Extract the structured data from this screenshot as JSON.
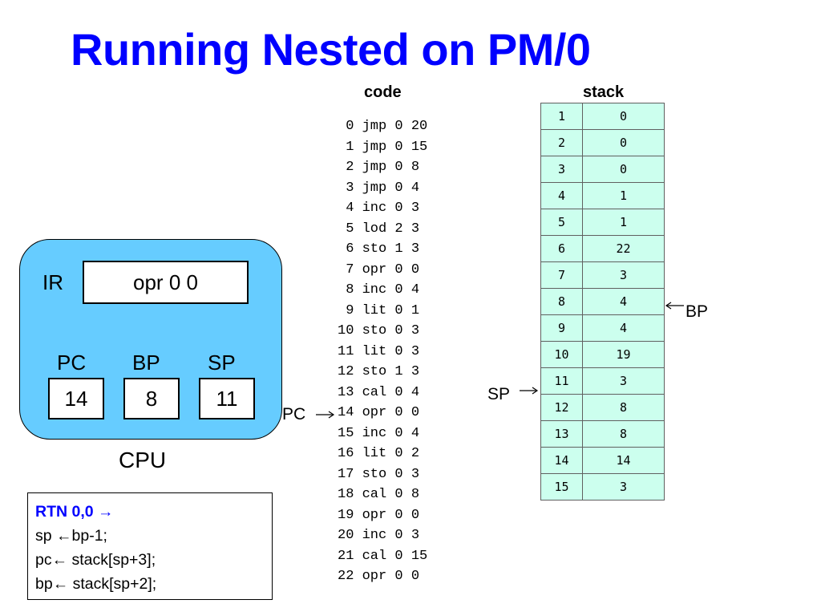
{
  "title": "Running Nested on PM/0",
  "code_header": "code",
  "stack_header": "stack",
  "code_lines": [
    " 0 jmp 0 20",
    " 1 jmp 0 15",
    " 2 jmp 0 8",
    " 3 jmp 0 4",
    " 4 inc 0 3",
    " 5 lod 2 3",
    " 6 sto 1 3",
    " 7 opr 0 0",
    " 8 inc 0 4",
    " 9 lit 0 1",
    "10 sto 0 3",
    "11 lit 0 3",
    "12 sto 1 3",
    "13 cal 0 4",
    "14 opr 0 0",
    "15 inc 0 4",
    "16 lit 0 2",
    "17 sto 0 3",
    "18 cal 0 8",
    "19 opr 0 0",
    "20 inc 0 3",
    "21 cal 0 15",
    "22 opr 0 0"
  ],
  "stack": [
    {
      "index": "1",
      "value": "0"
    },
    {
      "index": "2",
      "value": "0"
    },
    {
      "index": "3",
      "value": "0"
    },
    {
      "index": "4",
      "value": "1"
    },
    {
      "index": "5",
      "value": "1"
    },
    {
      "index": "6",
      "value": "22"
    },
    {
      "index": "7",
      "value": "3"
    },
    {
      "index": "8",
      "value": "4"
    },
    {
      "index": "9",
      "value": "4"
    },
    {
      "index": "10",
      "value": "19"
    },
    {
      "index": "11",
      "value": "3"
    },
    {
      "index": "12",
      "value": "8"
    },
    {
      "index": "13",
      "value": "8"
    },
    {
      "index": "14",
      "value": "14"
    },
    {
      "index": "15",
      "value": "3"
    }
  ],
  "cpu": {
    "caption": "CPU",
    "ir_label": "IR",
    "ir_value": "opr 0 0",
    "pc_label": "PC",
    "pc_value": "14",
    "bp_label": "BP",
    "bp_value": "8",
    "sp_label": "SP",
    "sp_value": "11"
  },
  "pointers": {
    "pc": "PC",
    "sp": "SP",
    "bp": "BP"
  },
  "rtn": {
    "heading": "RTN  0,0 →",
    "lines": [
      "sp ←bp-1;",
      "pc← stack[sp+3];",
      "bp← stack[sp+2];"
    ]
  },
  "colors": {
    "title": "#0000ff",
    "cpu_fill": "#66ccff",
    "stack_cell": "#ccffee",
    "rtn_heading": "#0000ff"
  }
}
